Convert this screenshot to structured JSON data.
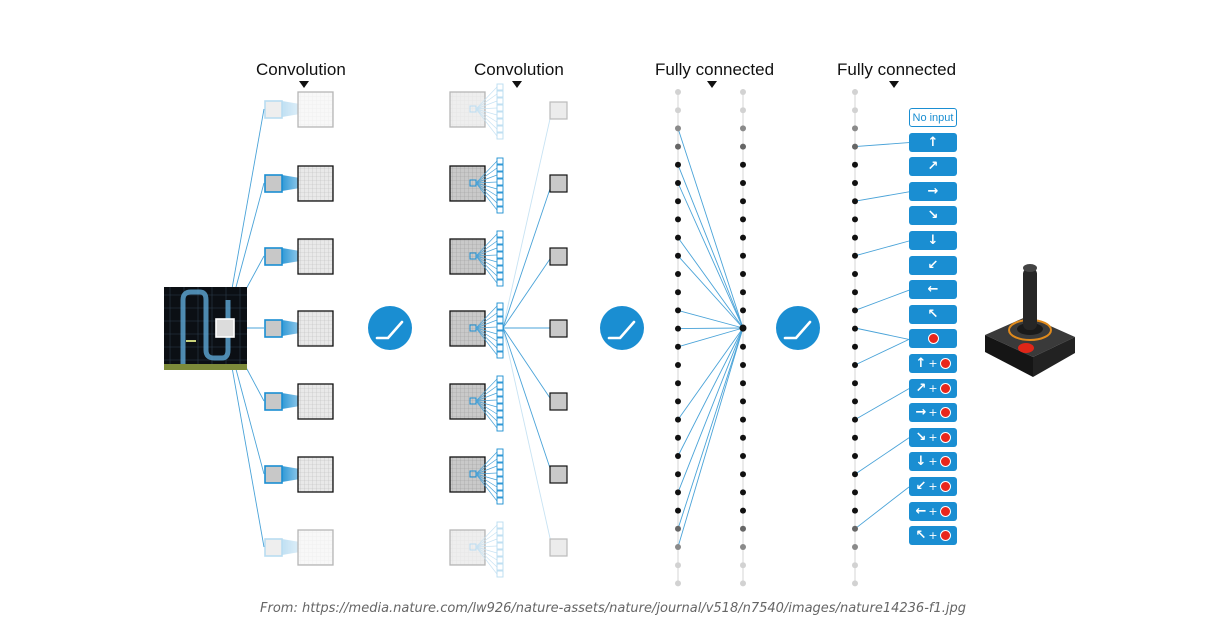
{
  "labels": {
    "conv1": "Convolution",
    "conv2": "Convolution",
    "fc1": "Fully connected",
    "fc2": "Fully connected"
  },
  "actions": [
    {
      "kind": "noinput",
      "text": "No input"
    },
    {
      "kind": "arrow",
      "icon": "up-arrow-icon",
      "glyph": "↑"
    },
    {
      "kind": "arrow",
      "icon": "up-right-arrow-icon",
      "glyph": "↗"
    },
    {
      "kind": "arrow",
      "icon": "right-arrow-icon",
      "glyph": "→"
    },
    {
      "kind": "arrow",
      "icon": "down-right-arrow-icon",
      "glyph": "↘"
    },
    {
      "kind": "arrow",
      "icon": "down-arrow-icon",
      "glyph": "↓"
    },
    {
      "kind": "arrow",
      "icon": "down-left-arrow-icon",
      "glyph": "↙"
    },
    {
      "kind": "arrow",
      "icon": "left-arrow-icon",
      "glyph": "←"
    },
    {
      "kind": "arrow",
      "icon": "up-left-arrow-icon",
      "glyph": "↖"
    },
    {
      "kind": "fire",
      "icon": "fire-button-icon"
    },
    {
      "kind": "arrowfire",
      "icon": "up-arrow-icon",
      "glyph": "↑",
      "plus": "+"
    },
    {
      "kind": "arrowfire",
      "icon": "up-right-arrow-icon",
      "glyph": "↗",
      "plus": "+"
    },
    {
      "kind": "arrowfire",
      "icon": "right-arrow-icon",
      "glyph": "→",
      "plus": "+"
    },
    {
      "kind": "arrowfire",
      "icon": "down-right-arrow-icon",
      "glyph": "↘",
      "plus": "+"
    },
    {
      "kind": "arrowfire",
      "icon": "down-arrow-icon",
      "glyph": "↓",
      "plus": "+"
    },
    {
      "kind": "arrowfire",
      "icon": "down-left-arrow-icon",
      "glyph": "↙",
      "plus": "+"
    },
    {
      "kind": "arrowfire",
      "icon": "left-arrow-icon",
      "glyph": "←",
      "plus": "+"
    },
    {
      "kind": "arrowfire",
      "icon": "up-left-arrow-icon",
      "glyph": "↖",
      "plus": "+"
    }
  ],
  "activation_icon": "relu-icon",
  "joystick_icon": "joystick-icon",
  "game_icon": "game-screen-icon",
  "colors": {
    "accent": "#1a8ed2",
    "line": "#4aa3d8",
    "node_dark": "#111111",
    "node_light": "#cfcfcf",
    "fire": "#e8261c"
  },
  "caption": "From: https://media.nature.com/lw926/nature-assets/nature/journal/v518/n7540/images/nature14236-f1.jpg"
}
